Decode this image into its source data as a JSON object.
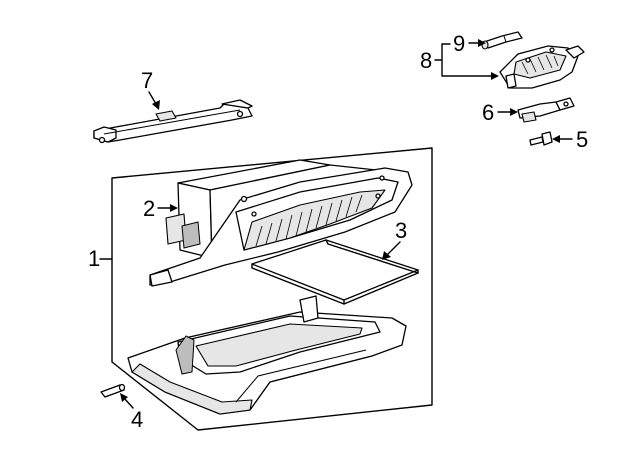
{
  "callouts": {
    "c1": "1",
    "c2": "2",
    "c3": "3",
    "c4": "4",
    "c5": "5",
    "c6": "6",
    "c7": "7",
    "c8": "8",
    "c9": "9"
  },
  "colors": {
    "line": "#000000",
    "background": "#ffffff",
    "shade": "#e6e6e6"
  }
}
